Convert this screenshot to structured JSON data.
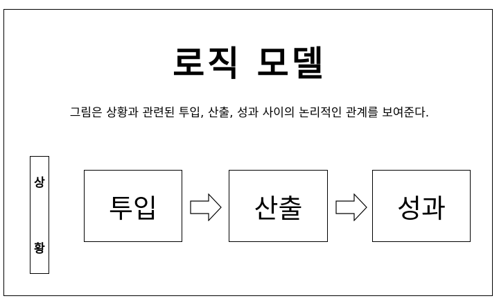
{
  "diagram": {
    "title": "로직 모델",
    "subtitle": "그림은 상황과 관련된 투입, 산출, 성과 사이의 논리적인 관계를 보여준다.",
    "context": {
      "char1": "상",
      "char2": "황"
    },
    "boxes": [
      {
        "label": "투입"
      },
      {
        "label": "산출"
      },
      {
        "label": "성과"
      }
    ],
    "arrow_icon": "hollow-right-arrow-icon"
  }
}
